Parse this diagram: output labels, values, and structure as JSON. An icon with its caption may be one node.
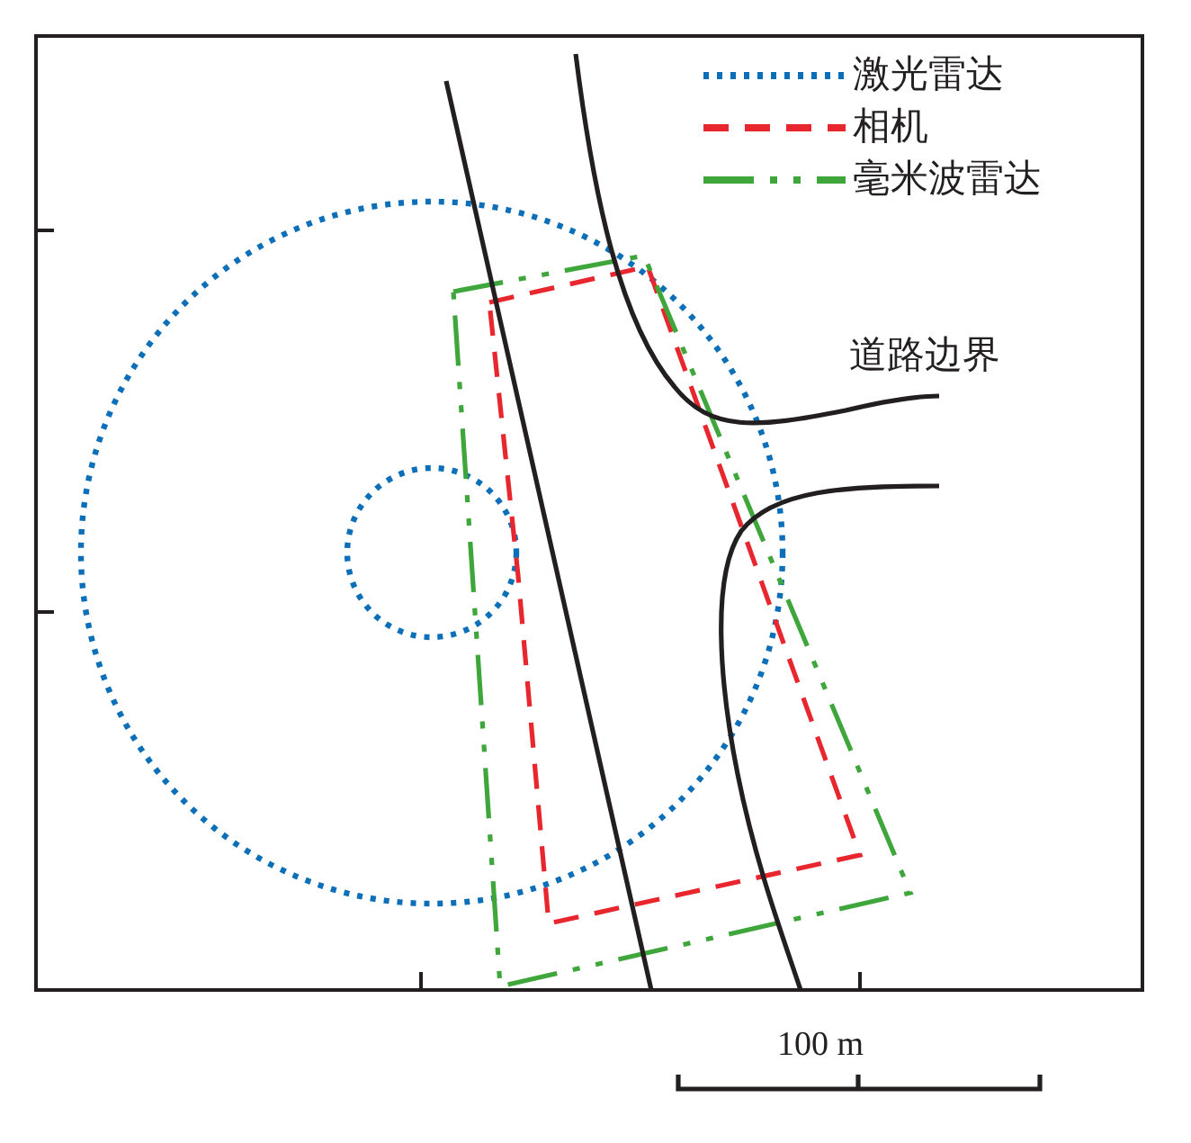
{
  "diagram": {
    "labels": [
      "道路边界",
      "100 m"
    ],
    "legend": [
      {
        "text": "激光雷达"
      },
      {
        "text": "相机"
      },
      {
        "text": "毫米波雷达"
      }
    ]
  }
}
